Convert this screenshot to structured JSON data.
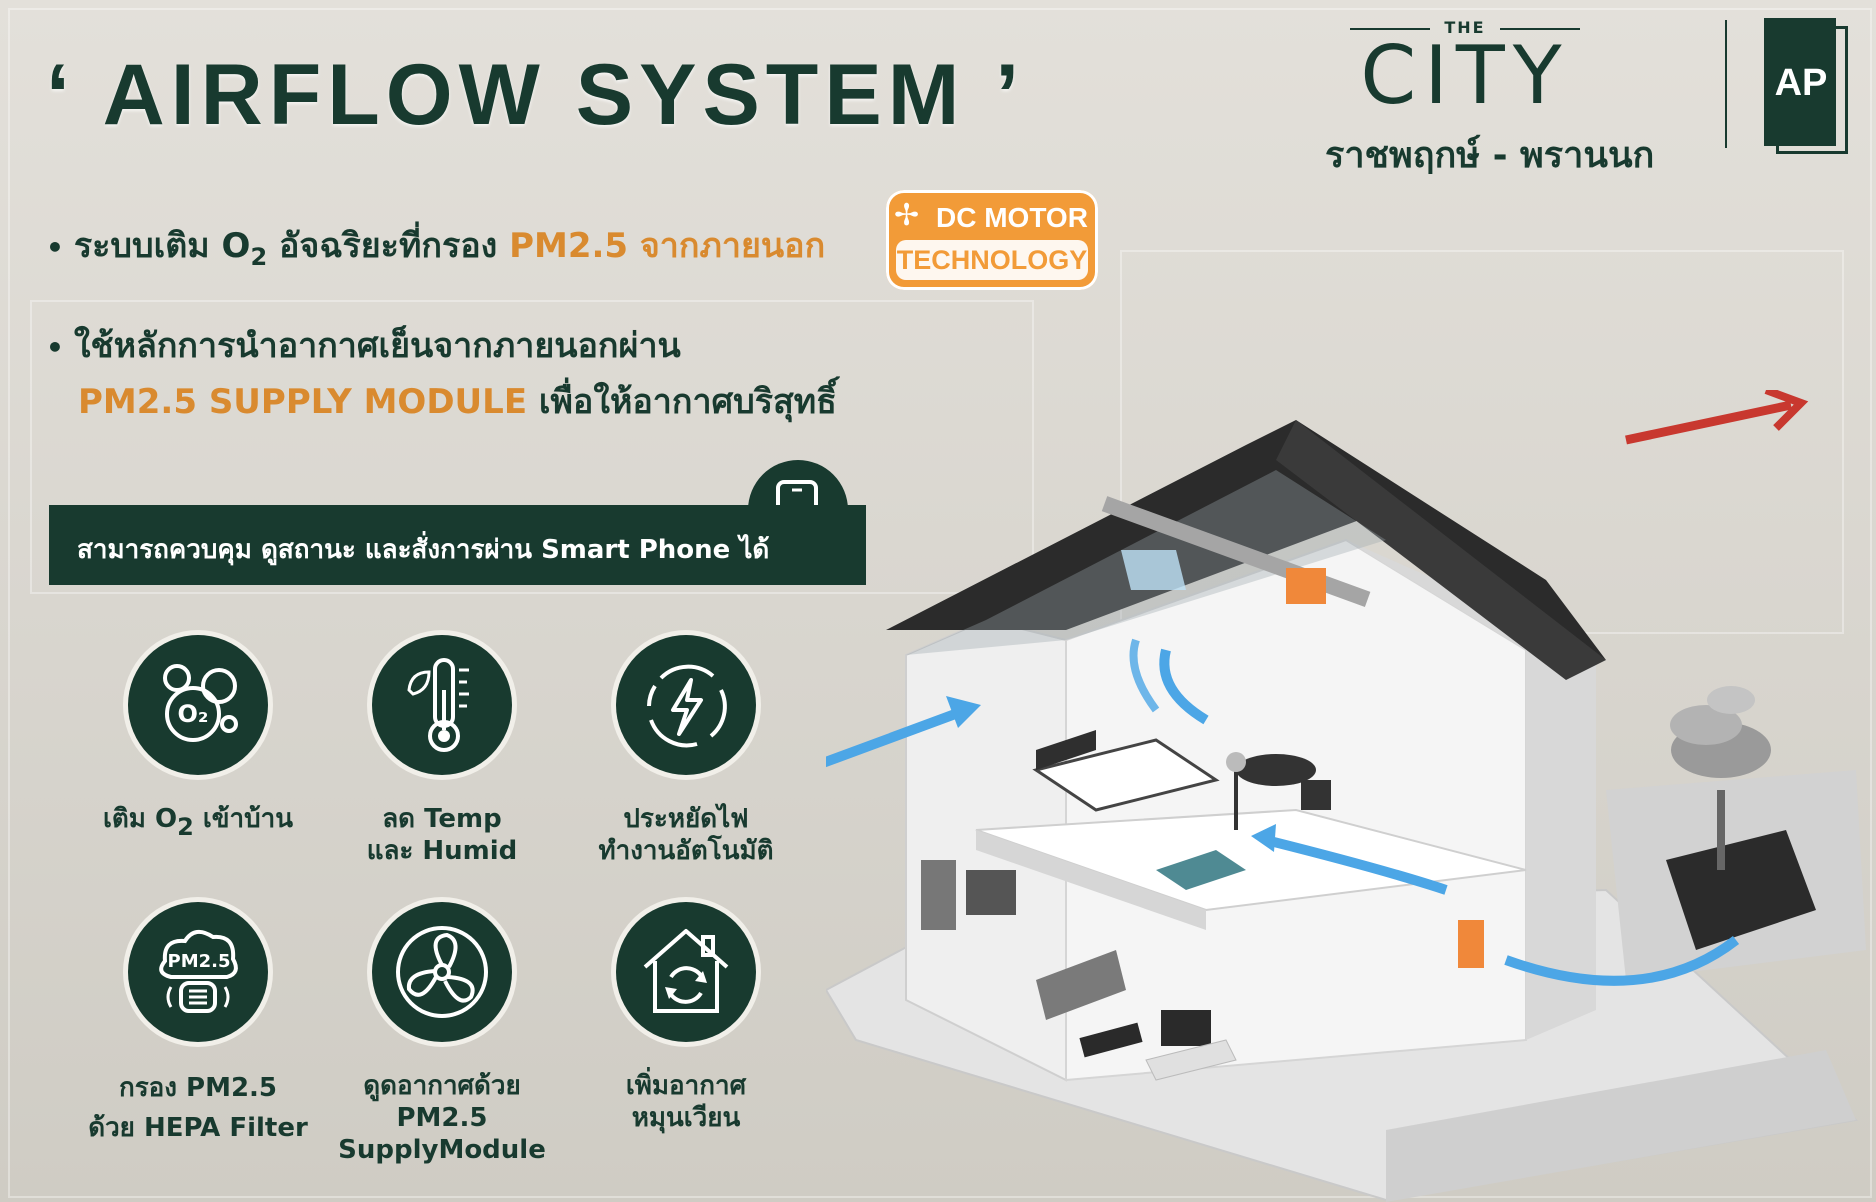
{
  "headline": "‘ AIRFLOW SYSTEM ’",
  "brand": {
    "the": "THE",
    "city": "CITY",
    "location": "ราชพฤกษ์ - พรานนก",
    "ap_logo_text": "AP"
  },
  "bullets": [
    {
      "pre": "ระบบเติม O",
      "sub": "2",
      "post": " อัจฉริยะที่กรอง ",
      "accent": "PM2.5 จากภายนอก"
    },
    {
      "line1": "ใช้หลักการนำอากาศเย็นจากภายนอกผ่าน",
      "accent": "PM2.5 SUPPLY MODULE",
      "post": " เพื่อให้อากาศบริสุทธิ์"
    }
  ],
  "dc_badge": {
    "line1": "DC MOTOR",
    "line2": "TECHNOLOGY"
  },
  "smart_bar": {
    "text": "สามารถควบคุม ดูสถานะ และสั่งการผ่าน Smart Phone ได้",
    "icon": "smartphone-hand-icon"
  },
  "features": [
    {
      "id": "o2",
      "icon": "o2-bubbles-icon",
      "line1_pre": "เติม O",
      "line1_sub": "2",
      "line1_post": " เข้าบ้าน"
    },
    {
      "id": "temp",
      "icon": "thermometer-leaf-icon",
      "line1": "ลด Temp",
      "line2": "และ Humid"
    },
    {
      "id": "energy",
      "icon": "energy-cycle-icon",
      "line1": "ประหยัดไฟ",
      "line2": "ทำงานอัตโนมัติ"
    },
    {
      "id": "pm25",
      "icon": "pm25-filter-icon",
      "icon_text": "PM2.5",
      "line1": "กรอง PM2.5",
      "line2": "ด้วย HEPA Filter"
    },
    {
      "id": "fan",
      "icon": "fan-icon",
      "line1": "ดูดอากาศด้วย",
      "line2": "PM2.5",
      "line3": "SupplyModule"
    },
    {
      "id": "circulate",
      "icon": "house-circulation-icon",
      "line1": "เพิ่มอากาศ",
      "line2": "หมุนเวียน"
    }
  ],
  "colors": {
    "dark_green": "#183a2f",
    "accent_orange": "#d98a2f",
    "badge_orange": "#f29b38",
    "airflow_blue": "#4ca6e6",
    "exhaust_red": "#c8382f"
  }
}
